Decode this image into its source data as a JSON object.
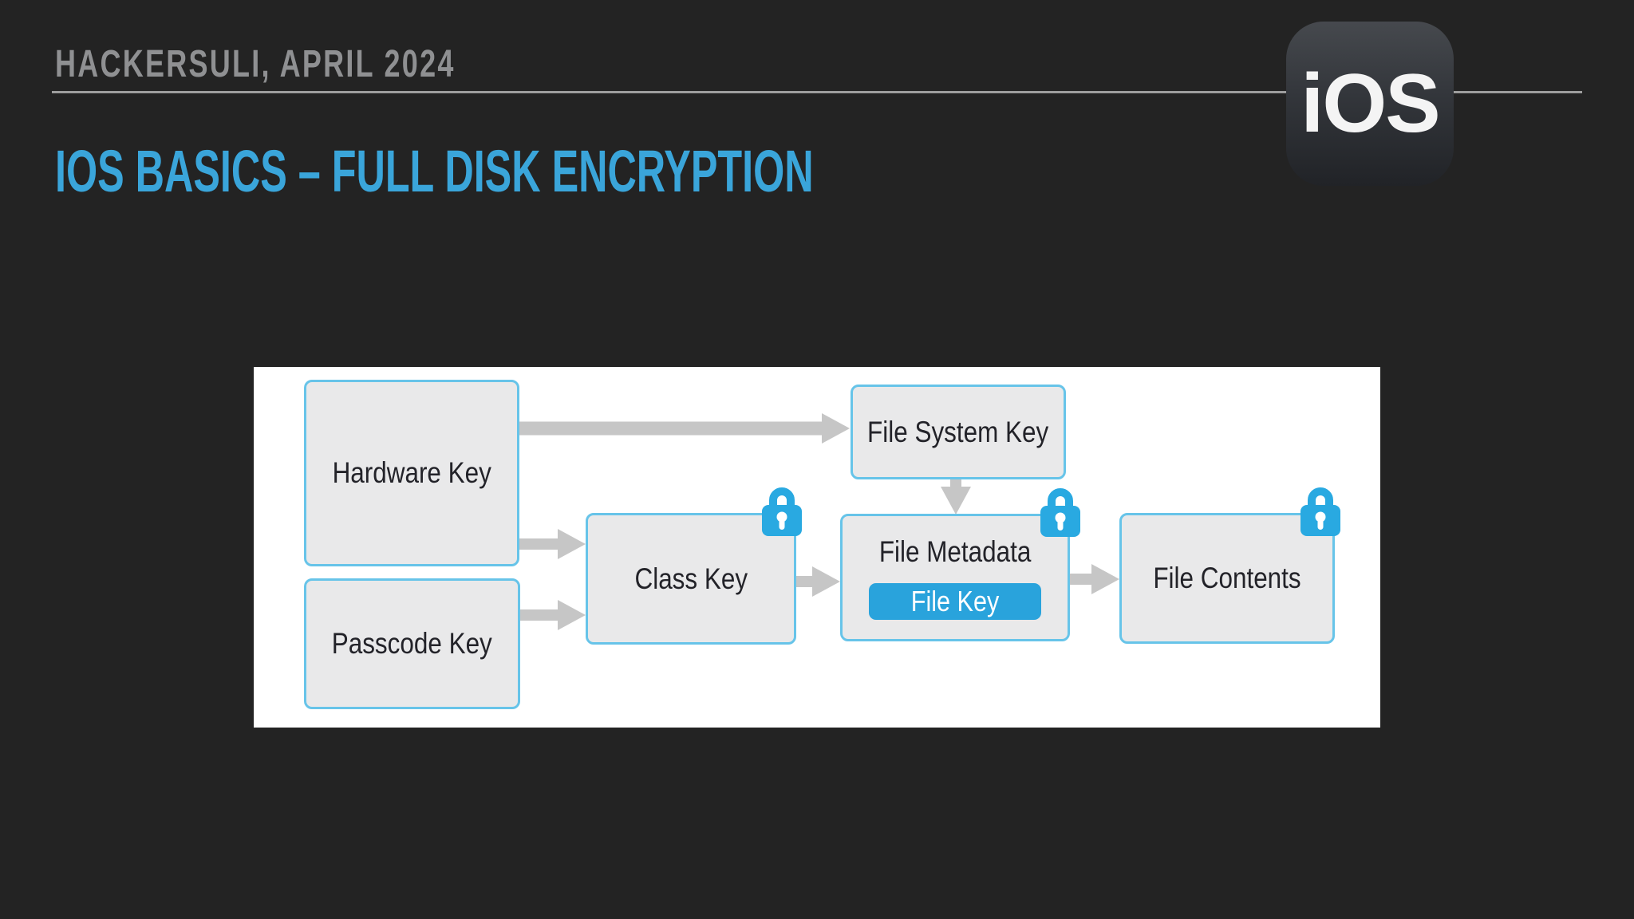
{
  "slide": {
    "kicker": "HACKERSULI, APRIL 2024",
    "title": "IOS BASICS – FULL DISK ENCRYPTION",
    "app_badge": "iOS"
  },
  "colors": {
    "background": "#232323",
    "kicker_text": "#8f9092",
    "title_text": "#3aa5da",
    "divider": "#9d9d9d",
    "panel_background": "#ffffff",
    "node_fill": "#e9e9ea",
    "node_border": "#67c4e9",
    "node_text": "#232329",
    "arrow": "#c6c6c6",
    "lock": "#29a9e1",
    "file_key_chip_bg": "#29a3dc",
    "file_key_chip_text": "#ffffff"
  },
  "diagram": {
    "nodes": [
      {
        "id": "hardware-key",
        "label": "Hardware Key",
        "locked": false
      },
      {
        "id": "passcode-key",
        "label": "Passcode Key",
        "locked": false
      },
      {
        "id": "class-key",
        "label": "Class Key",
        "locked": true
      },
      {
        "id": "file-system-key",
        "label": "File System Key",
        "locked": false
      },
      {
        "id": "file-metadata",
        "label": "File Metadata",
        "locked": true,
        "chip": "File Key"
      },
      {
        "id": "file-contents",
        "label": "File Contents",
        "locked": true
      }
    ],
    "edges": [
      {
        "from": "hardware-key",
        "to": "file-system-key"
      },
      {
        "from": "hardware-key",
        "to": "class-key"
      },
      {
        "from": "passcode-key",
        "to": "class-key"
      },
      {
        "from": "class-key",
        "to": "file-metadata"
      },
      {
        "from": "file-system-key",
        "to": "file-metadata"
      },
      {
        "from": "file-metadata",
        "to": "file-contents"
      }
    ]
  }
}
